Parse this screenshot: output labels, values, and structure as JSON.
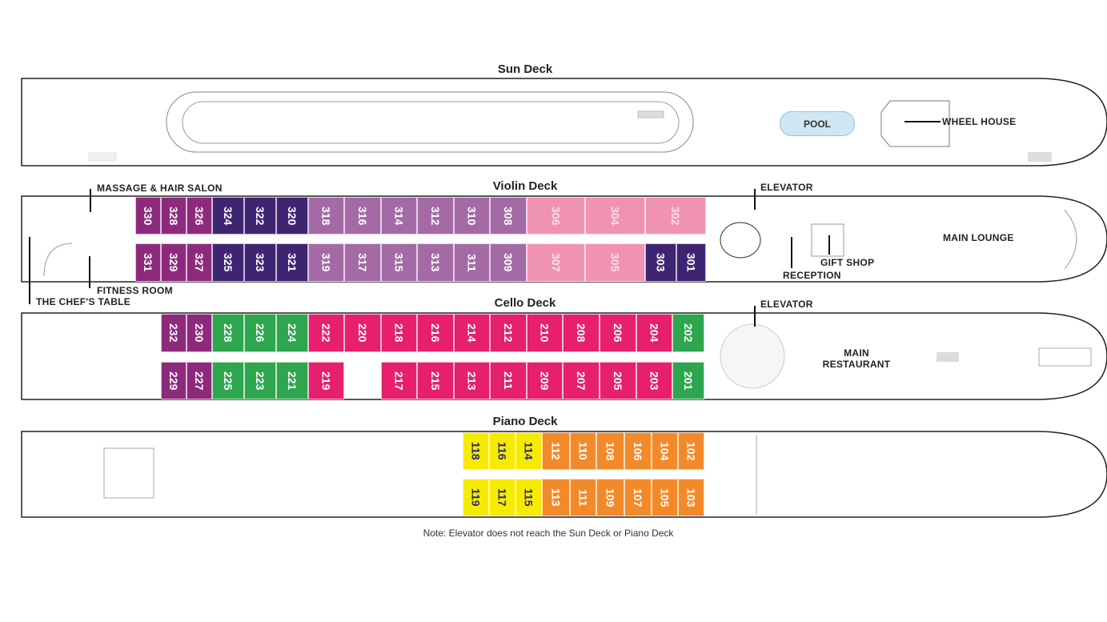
{
  "colors": {
    "magenta": "#8d2a7c",
    "indigo": "#3f2571",
    "lilac": "#a46aa6",
    "pink": "#f093b3",
    "hotpink": "#e61f6e",
    "green": "#2da64e",
    "yellow": "#f6eb00",
    "orange": "#f28a2a"
  },
  "decks": {
    "sun": {
      "title": "Sun Deck",
      "pool": "POOL",
      "wheel_house": "WHEEL HOUSE"
    },
    "violin": {
      "title": "Violin Deck",
      "labels": {
        "salon": "MASSAGE & HAIR SALON",
        "fitness": "FITNESS ROOM",
        "chefs": "THE CHEF'S TABLE",
        "elevator": "ELEVATOR",
        "lounge": "MAIN LOUNGE",
        "gift": "GIFT SHOP",
        "reception": "RECEPTION"
      },
      "top": [
        [
          "330",
          "magenta"
        ],
        [
          "328",
          "magenta"
        ],
        [
          "326",
          "magenta"
        ],
        [
          "324",
          "indigo"
        ],
        [
          "322",
          "indigo"
        ],
        [
          "320",
          "indigo"
        ],
        [
          "318",
          "lilac"
        ],
        [
          "316",
          "lilac"
        ],
        [
          "314",
          "lilac"
        ],
        [
          "312",
          "lilac"
        ],
        [
          "310",
          "lilac"
        ],
        [
          "308",
          "lilac"
        ],
        [
          "306",
          "pink"
        ],
        [
          "304",
          "pink"
        ],
        [
          "302",
          "pink"
        ]
      ],
      "bottom": [
        [
          "331",
          "magenta"
        ],
        [
          "329",
          "magenta"
        ],
        [
          "327",
          "magenta"
        ],
        [
          "325",
          "indigo"
        ],
        [
          "323",
          "indigo"
        ],
        [
          "321",
          "indigo"
        ],
        [
          "319",
          "lilac"
        ],
        [
          "317",
          "lilac"
        ],
        [
          "315",
          "lilac"
        ],
        [
          "313",
          "lilac"
        ],
        [
          "311",
          "lilac"
        ],
        [
          "309",
          "lilac"
        ],
        [
          "307",
          "pink"
        ],
        [
          "305",
          "pink"
        ],
        [
          "303",
          "indigo"
        ],
        [
          "301",
          "indigo"
        ]
      ]
    },
    "cello": {
      "title": "Cello Deck",
      "labels": {
        "elevator": "ELEVATOR",
        "restaurant_1": "MAIN",
        "restaurant_2": "RESTAURANT"
      },
      "top": [
        [
          "232",
          "magenta"
        ],
        [
          "230",
          "magenta"
        ],
        [
          "228",
          "green"
        ],
        [
          "226",
          "green"
        ],
        [
          "224",
          "green"
        ],
        [
          "222",
          "hotpink"
        ],
        [
          "220",
          "hotpink"
        ],
        [
          "218",
          "hotpink"
        ],
        [
          "216",
          "hotpink"
        ],
        [
          "214",
          "hotpink"
        ],
        [
          "212",
          "hotpink"
        ],
        [
          "210",
          "hotpink"
        ],
        [
          "208",
          "hotpink"
        ],
        [
          "206",
          "hotpink"
        ],
        [
          "204",
          "hotpink"
        ],
        [
          "202",
          "green"
        ]
      ],
      "bottom": [
        [
          "229",
          "magenta"
        ],
        [
          "227",
          "magenta"
        ],
        [
          "225",
          "green"
        ],
        [
          "223",
          "green"
        ],
        [
          "221",
          "green"
        ],
        [
          "219",
          "hotpink"
        ],
        [
          "217",
          "hotpink"
        ],
        [
          "215",
          "hotpink"
        ],
        [
          "213",
          "hotpink"
        ],
        [
          "211",
          "hotpink"
        ],
        [
          "209",
          "hotpink"
        ],
        [
          "207",
          "hotpink"
        ],
        [
          "205",
          "hotpink"
        ],
        [
          "203",
          "hotpink"
        ],
        [
          "201",
          "green"
        ]
      ]
    },
    "piano": {
      "title": "Piano Deck",
      "top": [
        [
          "118",
          "yellow"
        ],
        [
          "116",
          "yellow"
        ],
        [
          "114",
          "yellow"
        ],
        [
          "112",
          "orange"
        ],
        [
          "110",
          "orange"
        ],
        [
          "108",
          "orange"
        ],
        [
          "106",
          "orange"
        ],
        [
          "104",
          "orange"
        ],
        [
          "102",
          "orange"
        ]
      ],
      "bottom": [
        [
          "119",
          "yellow"
        ],
        [
          "117",
          "yellow"
        ],
        [
          "115",
          "yellow"
        ],
        [
          "113",
          "orange"
        ],
        [
          "111",
          "orange"
        ],
        [
          "109",
          "orange"
        ],
        [
          "107",
          "orange"
        ],
        [
          "105",
          "orange"
        ],
        [
          "103",
          "orange"
        ]
      ]
    }
  },
  "note": "Note: Elevator does not reach the Sun Deck or Piano Deck"
}
